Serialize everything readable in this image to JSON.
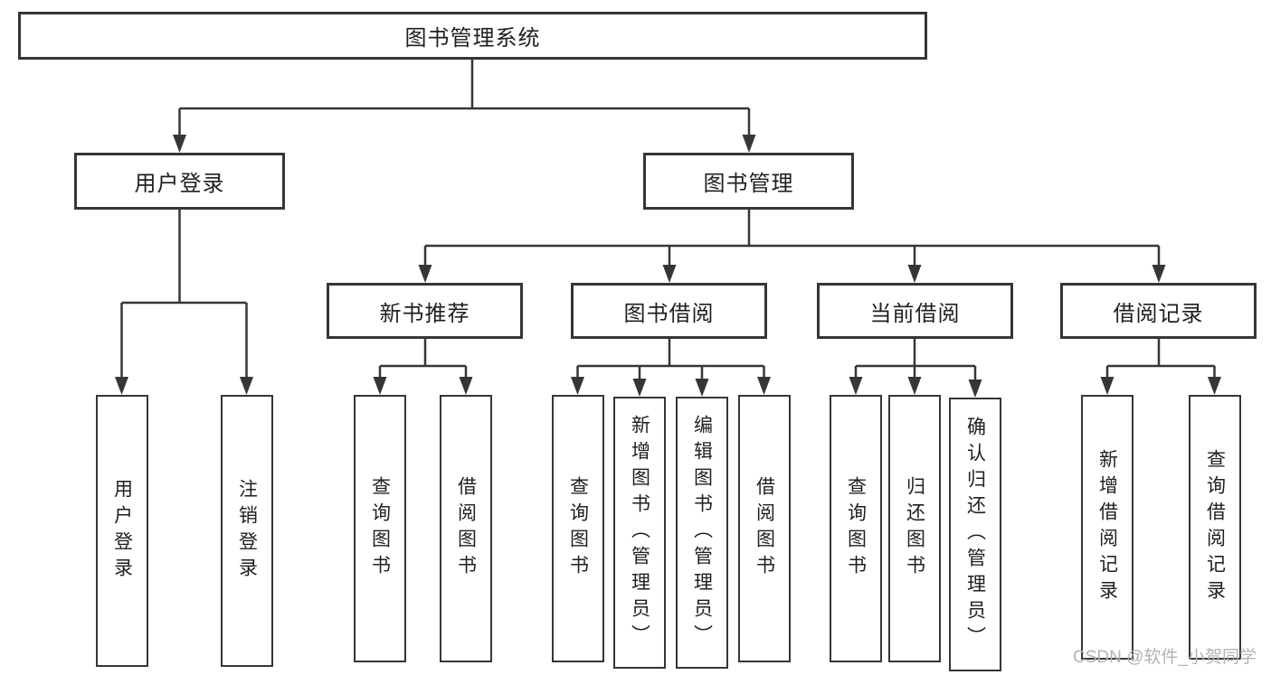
{
  "diagram": {
    "root": {
      "label": "图书管理系统",
      "children": [
        {
          "label": "用户登录",
          "children": [
            {
              "label": "用户登录"
            },
            {
              "label": "注销登录"
            }
          ]
        },
        {
          "label": "图书管理",
          "children": [
            {
              "label": "新书推荐",
              "children": [
                {
                  "label": "查询图书"
                },
                {
                  "label": "借阅图书"
                }
              ]
            },
            {
              "label": "图书借阅",
              "children": [
                {
                  "label": "查询图书"
                },
                {
                  "label": "新增图书（管理员）"
                },
                {
                  "label": "编辑图书（管理员）"
                },
                {
                  "label": "借阅图书"
                }
              ]
            },
            {
              "label": "当前借阅",
              "children": [
                {
                  "label": "查询图书"
                },
                {
                  "label": "归还图书"
                },
                {
                  "label": "确认归还（管理员）"
                }
              ]
            },
            {
              "label": "借阅记录",
              "children": [
                {
                  "label": "新增借阅记录"
                },
                {
                  "label": "查询借阅记录"
                }
              ]
            }
          ]
        }
      ]
    },
    "watermark": "CSDN @软件_小贺同学",
    "colors": {
      "line": "#363636",
      "box_border": "#363636",
      "box_fill": "#ffffff",
      "text": "#1f1f1f",
      "watermark": "#b3b3b3",
      "background": "#ffffff"
    }
  }
}
